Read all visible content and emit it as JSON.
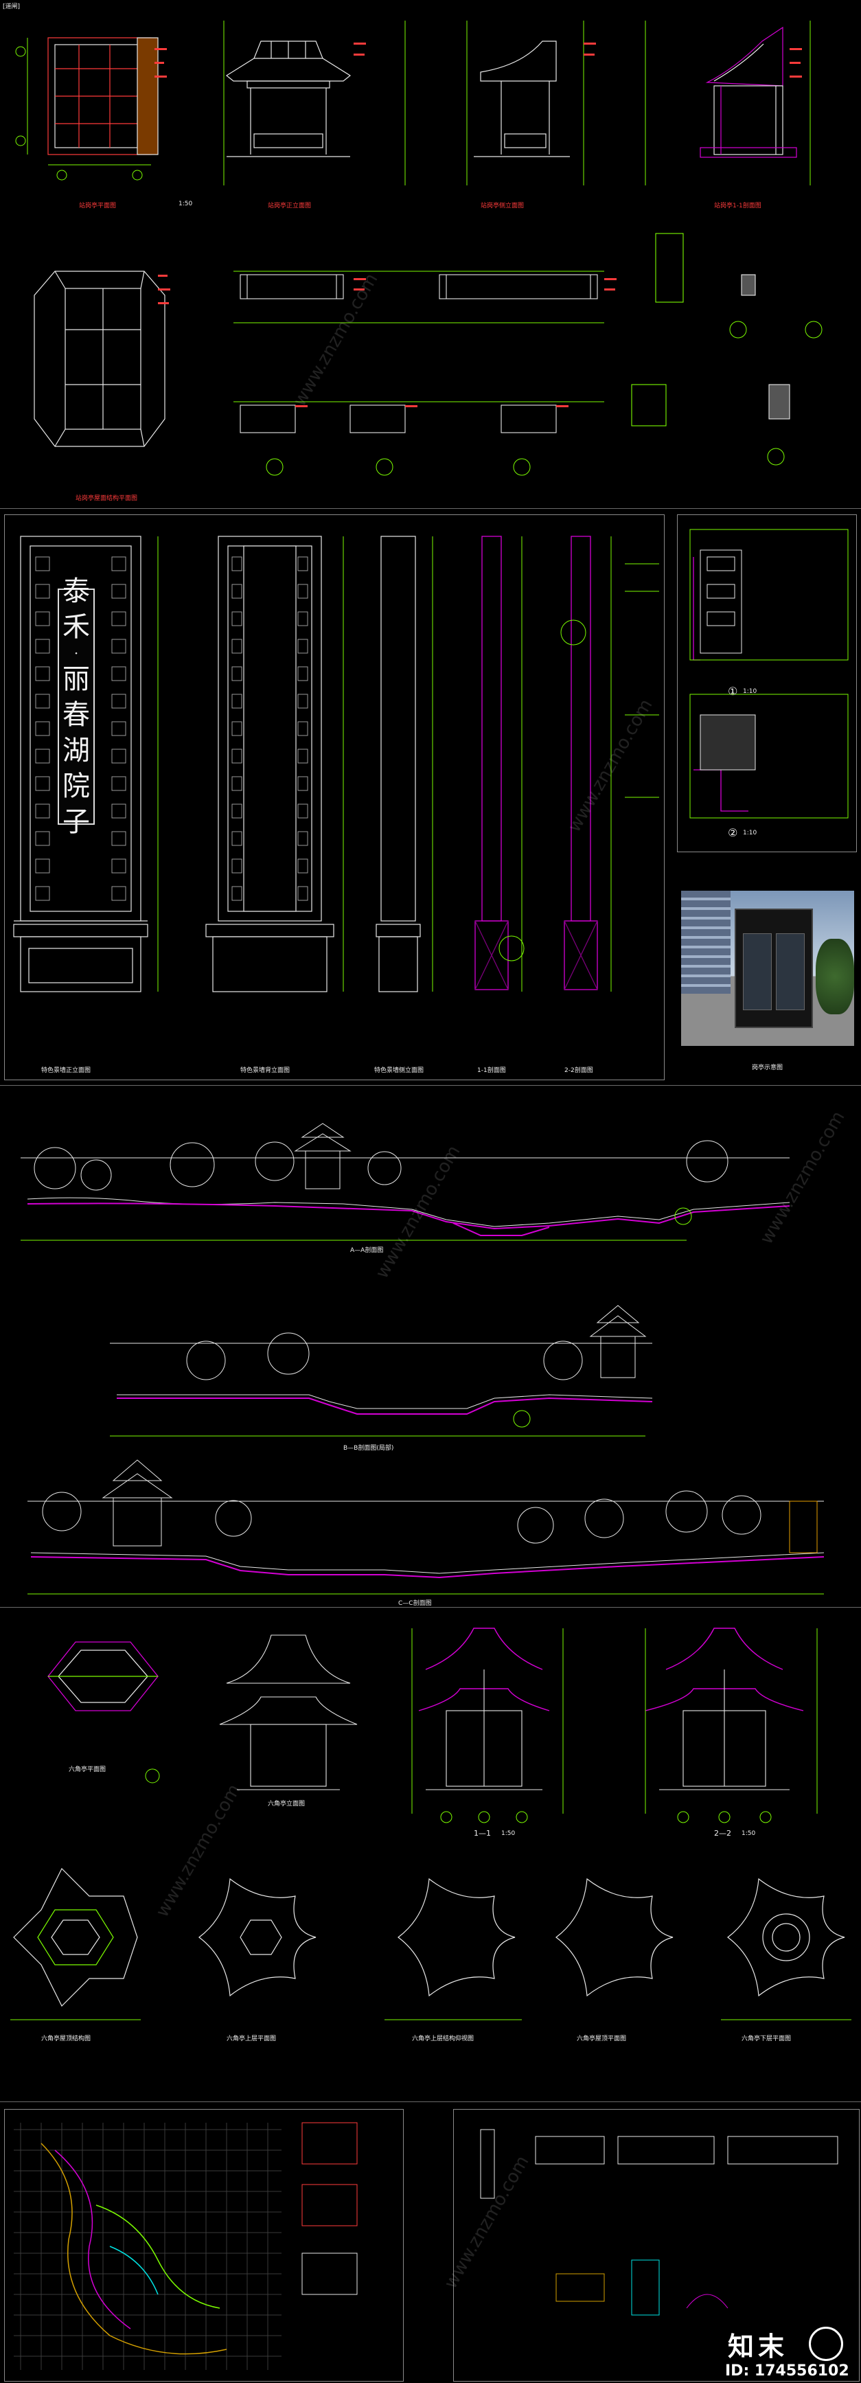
{
  "header": {
    "tag": "[道闸]"
  },
  "sheet1": {
    "plan_title": "站岗亭平面图",
    "front_title": "站岗亭正立面图",
    "side_title": "站岗亭侧立面图",
    "section_title": "站岗亭1-1剖面图",
    "roof_title": "站岗亭屋面结构平面图",
    "scale_note": "1:50"
  },
  "sheet2": {
    "sign_chars": [
      "泰",
      "禾",
      "·",
      "丽",
      "春",
      "湖",
      "院",
      "子"
    ],
    "front_title": "特色景墙正立面图",
    "back_title": "特色景墙背立面图",
    "side_title": "特色景墙侧立面图",
    "sec1_title": "1-1剖面图",
    "sec2_title": "2-2剖面图",
    "detail1": "①",
    "detail2": "②",
    "detail_scale": "1:10",
    "photo_caption": "岗亭示意图"
  },
  "sheet3": {
    "sec_a": "A—A剖面图",
    "sec_b": "B—B剖面图(局部)",
    "sec_c": "C—C剖面图"
  },
  "sheet4": {
    "plan_title": "六角亭平面图",
    "front_title": "六角亭立面图",
    "sec1": "1—1",
    "sec1_scale": "1:50",
    "sec2": "2—2",
    "sec2_scale": "1:50",
    "roof1": "六角亭屋顶结构图",
    "roof2": "六角亭上层平面图",
    "roof3": "六角亭上层结构仰视图",
    "roof4": "六角亭屋顶平面图",
    "roof5": "六角亭下层平面图"
  },
  "footer": {
    "logo_text": "知末",
    "id_label": "ID: 174556102",
    "watermark": "www.znzmo.com"
  },
  "colors": {
    "background": "#000000",
    "line_white": "#e8e8e8",
    "line_green": "#7CFC00",
    "line_magenta": "#d400d4",
    "line_red": "#ff3b3b",
    "line_cyan": "#00e5e5",
    "line_yellow": "#e8e800"
  }
}
